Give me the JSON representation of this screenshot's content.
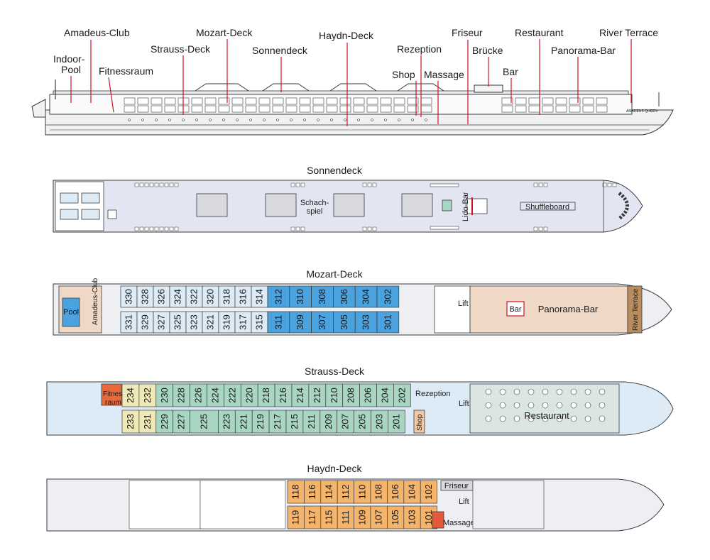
{
  "side_labels": [
    {
      "id": "amadeus-club",
      "text": "Amadeus-Club"
    },
    {
      "id": "indoor-pool-1",
      "text": "Indoor-"
    },
    {
      "id": "indoor-pool-2",
      "text": "Pool"
    },
    {
      "id": "fitnessraum",
      "text": "Fitnessraum"
    },
    {
      "id": "strauss-deck",
      "text": "Strauss-Deck"
    },
    {
      "id": "mozart-deck",
      "text": "Mozart-Deck"
    },
    {
      "id": "sonnendeck",
      "text": "Sonnendeck"
    },
    {
      "id": "haydn-deck",
      "text": "Haydn-Deck"
    },
    {
      "id": "rezeption",
      "text": "Rezeption"
    },
    {
      "id": "shop",
      "text": "Shop"
    },
    {
      "id": "massage",
      "text": "Massage"
    },
    {
      "id": "friseur",
      "text": "Friseur"
    },
    {
      "id": "bruecke",
      "text": "Brücke"
    },
    {
      "id": "bar",
      "text": "Bar"
    },
    {
      "id": "restaurant",
      "text": "Restaurant"
    },
    {
      "id": "panorama-bar",
      "text": "Panorama-Bar"
    },
    {
      "id": "river-terrace",
      "text": "River Terrace"
    }
  ],
  "ship_name": "AMADEUS QUEEN",
  "sonnendeck": {
    "title": "Sonnendeck",
    "schach1": "Schach-",
    "schach2": "spiel",
    "lido": "Lido-Bar",
    "shuffle": "Shuffleboard"
  },
  "mozart": {
    "title": "Mozart-Deck",
    "pool": "Pool",
    "club": "Amadeus-Club",
    "lift": "Lift",
    "bar": "Bar",
    "panorama": "Panorama-Bar",
    "river": "River Terrace",
    "top_cabins": [
      "330",
      "328",
      "326",
      "324",
      "322",
      "320",
      "318",
      "316",
      "314",
      "312",
      "310",
      "308",
      "306",
      "304",
      "302"
    ],
    "bottom_cabins": [
      "331",
      "329",
      "327",
      "325",
      "323",
      "321",
      "319",
      "317",
      "315",
      "311",
      "309",
      "307",
      "305",
      "303",
      "301"
    ]
  },
  "strauss": {
    "title": "Strauss-Deck",
    "fitness1": "Fitness-",
    "fitness2": "raum",
    "rezeption": "Rezeption",
    "lift": "Lift",
    "shop": "Shop",
    "restaurant": "Restaurant",
    "top_cabins": [
      "234",
      "232",
      "230",
      "228",
      "226",
      "224",
      "222",
      "220",
      "218",
      "216",
      "214",
      "212",
      "210",
      "208",
      "206",
      "204",
      "202"
    ],
    "bottom_cabins": [
      "233",
      "231",
      "229",
      "227",
      "225",
      "223",
      "221",
      "219",
      "217",
      "215",
      "211",
      "209",
      "207",
      "205",
      "203",
      "201"
    ]
  },
  "haydn": {
    "title": "Haydn-Deck",
    "friseur": "Friseur",
    "lift": "Lift",
    "massage": "Massage",
    "top_cabins": [
      "118",
      "116",
      "114",
      "112",
      "110",
      "108",
      "106",
      "104",
      "102"
    ],
    "bottom_cabins": [
      "119",
      "117",
      "115",
      "111",
      "109",
      "107",
      "105",
      "103",
      "101"
    ]
  },
  "colors": {
    "outline": "#3a3a3a",
    "label_line": "#d0102a",
    "hull_fill": "#eeeff3",
    "sundeck_fill": "#e4e5f3",
    "light_blue": "#dcebf6",
    "mid_blue": "#4aa3df",
    "panorama_fill": "#efd9c6",
    "wood": "#b98d5e",
    "yellow": "#efe9ba",
    "fitness_red": "#e86a3c",
    "green": "#a8d6c2",
    "restaurant_fill": "#dbe6e2",
    "orange": "#f4b46b",
    "shop_fill": "#f1c9a6",
    "massage_red": "#e25a3a",
    "gray_room": "#d9dade"
  }
}
